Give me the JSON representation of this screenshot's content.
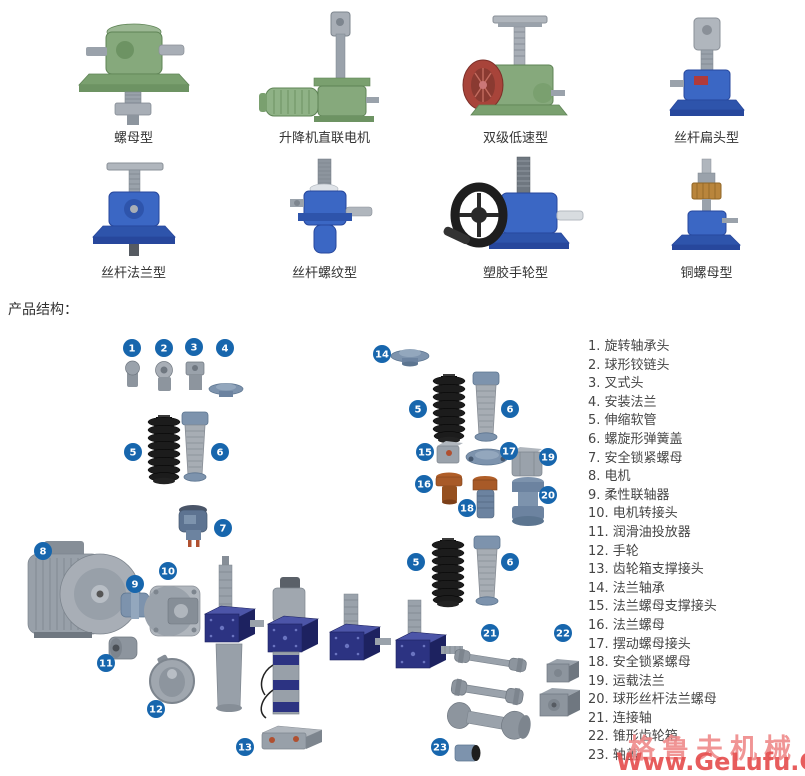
{
  "header": {
    "section_title": "产品结构："
  },
  "products": [
    {
      "label": "螺母型"
    },
    {
      "label": "升降机直联电机"
    },
    {
      "label": "双级低速型"
    },
    {
      "label": "丝杆扁头型"
    },
    {
      "label": "丝杆法兰型"
    },
    {
      "label": "丝杆螺纹型"
    },
    {
      "label": "塑胶手轮型"
    },
    {
      "label": "铜螺母型"
    }
  ],
  "diagram": {
    "badges": [
      "1",
      "2",
      "3",
      "4",
      "5",
      "6",
      "7",
      "8",
      "9",
      "10",
      "11",
      "12",
      "13",
      "14",
      "5",
      "6",
      "15",
      "17",
      "19",
      "16",
      "18",
      "20",
      "5",
      "6",
      "21",
      "22",
      "23"
    ],
    "parts_list": [
      "1. 旋转轴承头",
      "2. 球形铰链头",
      "3. 叉式头",
      "4. 安装法兰",
      "5. 伸缩软管",
      "6. 螺旋形弹簧盖",
      "7. 安全锁紧螺母",
      "8. 电机",
      "9. 柔性联轴器",
      "10. 电机转接头",
      "11. 润滑油投放器",
      "12. 手轮",
      "13. 齿轮箱支撑接头",
      "14. 法兰轴承",
      "15. 法兰螺母支撑接头",
      "16. 法兰螺母",
      "17. 摆动螺母接头",
      "18. 安全锁紧螺母",
      "19. 运载法兰",
      "20. 球形丝杆法兰螺母",
      "21. 连接轴",
      "22. 锥形齿轮箱",
      "23. 轴盖"
    ]
  },
  "watermark": {
    "line1": "格鲁夫机械",
    "line2": "Www.GeLufu.Com"
  },
  "colors": {
    "badge_blue": "#1766ad",
    "gearbox_navy": "#2c3382",
    "machine_green": "#86a97c",
    "machine_blue": "#3b67c4",
    "brass": "#b9853c",
    "bellows_black": "#141414",
    "watermark_red": "#e65050"
  }
}
